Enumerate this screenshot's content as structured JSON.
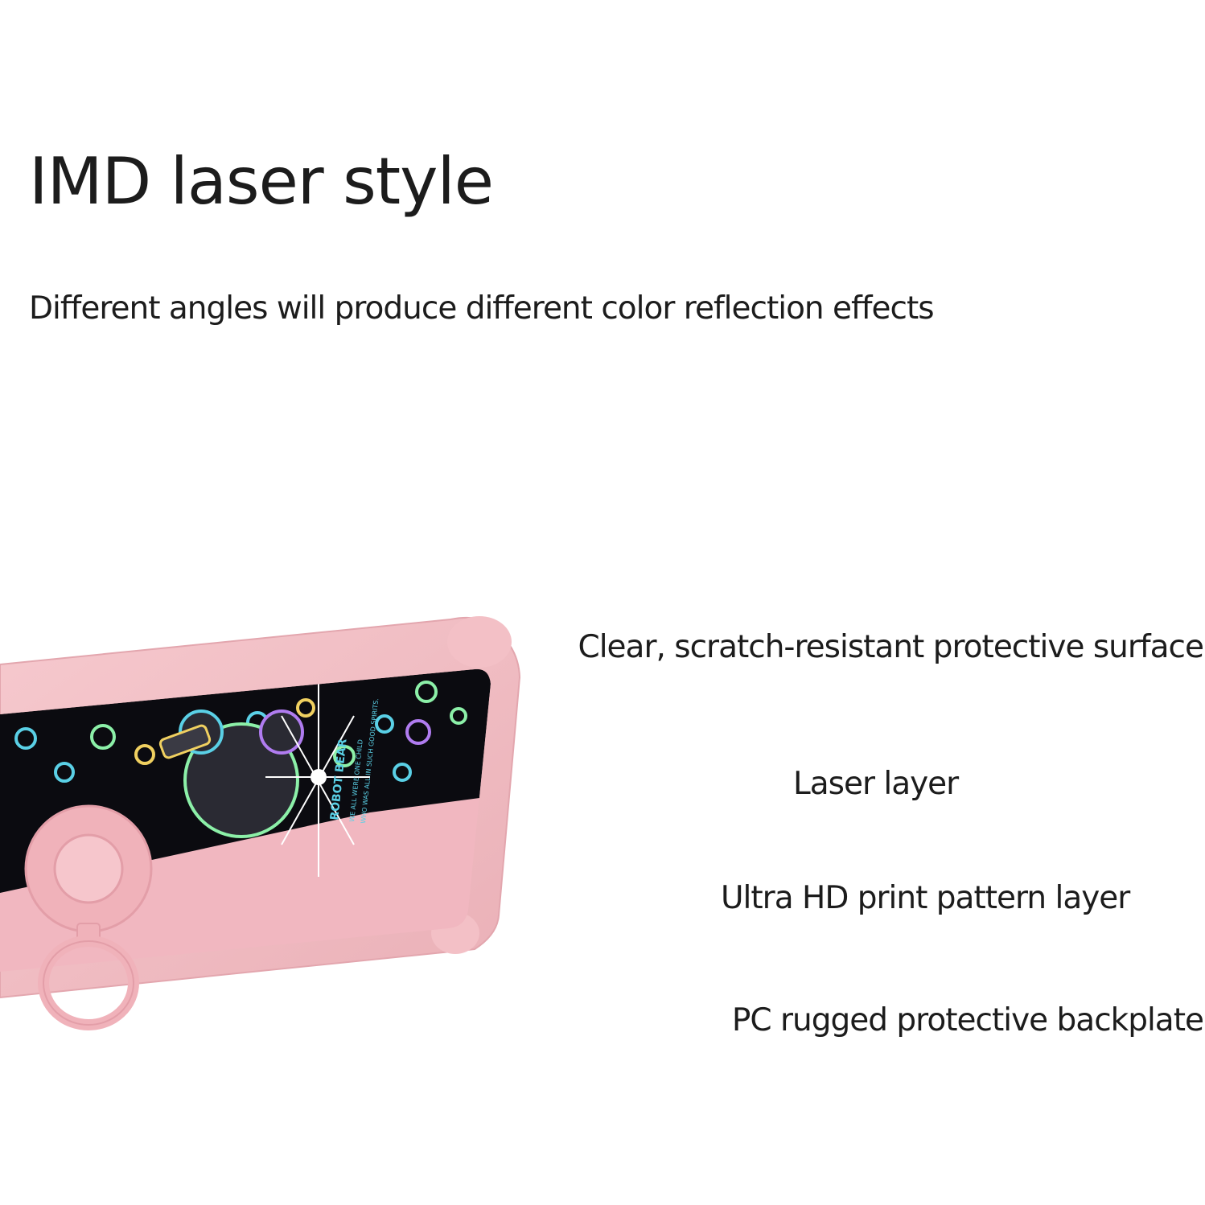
{
  "heading": {
    "title": "IMD laser style",
    "subtitle": "Different angles will produce different color reflection effects"
  },
  "layers": [
    {
      "label": "Clear, scratch-resistant protective surface"
    },
    {
      "label": "Laser layer"
    },
    {
      "label": "Ultra HD print pattern layer"
    },
    {
      "label": "PC rugged protective backplate"
    }
  ],
  "product": {
    "case_color": "#f2bcc2",
    "print_panel_color": "#0b0b10",
    "accent_colors": [
      "#5ad0e6",
      "#8cf0a8",
      "#b07cf0",
      "#f0d060"
    ],
    "print_text_line1": "ROBOT BEAR",
    "print_text_line2": "WE ALL WERE ONE CHILD",
    "print_text_line3": "WHO WAS ALL IN SUCH GOOD SPIRITS."
  }
}
